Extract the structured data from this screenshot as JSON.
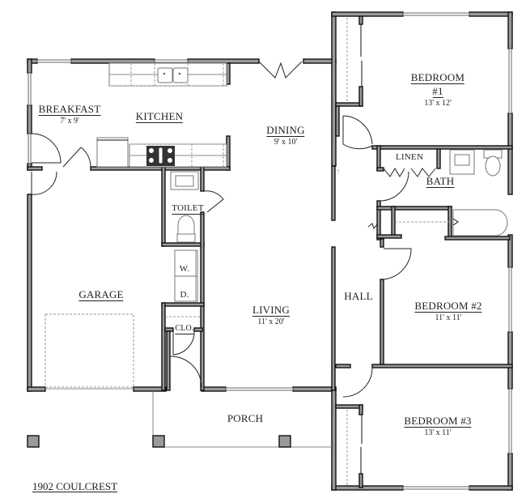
{
  "plan": {
    "title": "1902 COULCREST",
    "rooms": {
      "breakfast": {
        "name": "BREAKFAST",
        "size": "7' x 9'"
      },
      "kitchen": {
        "name": "KITCHEN"
      },
      "dining": {
        "name": "DINING",
        "size": "9' x 10'"
      },
      "bedroom1": {
        "name": "BEDROOM",
        "name2": "#1",
        "size": "13' x 12'"
      },
      "linen": {
        "name": "LINEN"
      },
      "bath": {
        "name": "BATH"
      },
      "toilet": {
        "name": "TOILET"
      },
      "washer": {
        "name": "W."
      },
      "dryer": {
        "name": "D."
      },
      "closet": {
        "name": "CLO."
      },
      "garage": {
        "name": "GARAGE"
      },
      "living": {
        "name": "LIVING",
        "size": "11' x 20'"
      },
      "hall": {
        "name": "HALL"
      },
      "bedroom2": {
        "name": "BEDROOM #2",
        "size": "11' x 11'"
      },
      "bedroom3": {
        "name": "BEDROOM #3",
        "size": "13' x 11'"
      },
      "porch": {
        "name": "PORCH"
      }
    },
    "colors": {
      "wall_fill": "#9a9a9a",
      "wall_stroke": "#111111",
      "background": "#ffffff"
    }
  }
}
